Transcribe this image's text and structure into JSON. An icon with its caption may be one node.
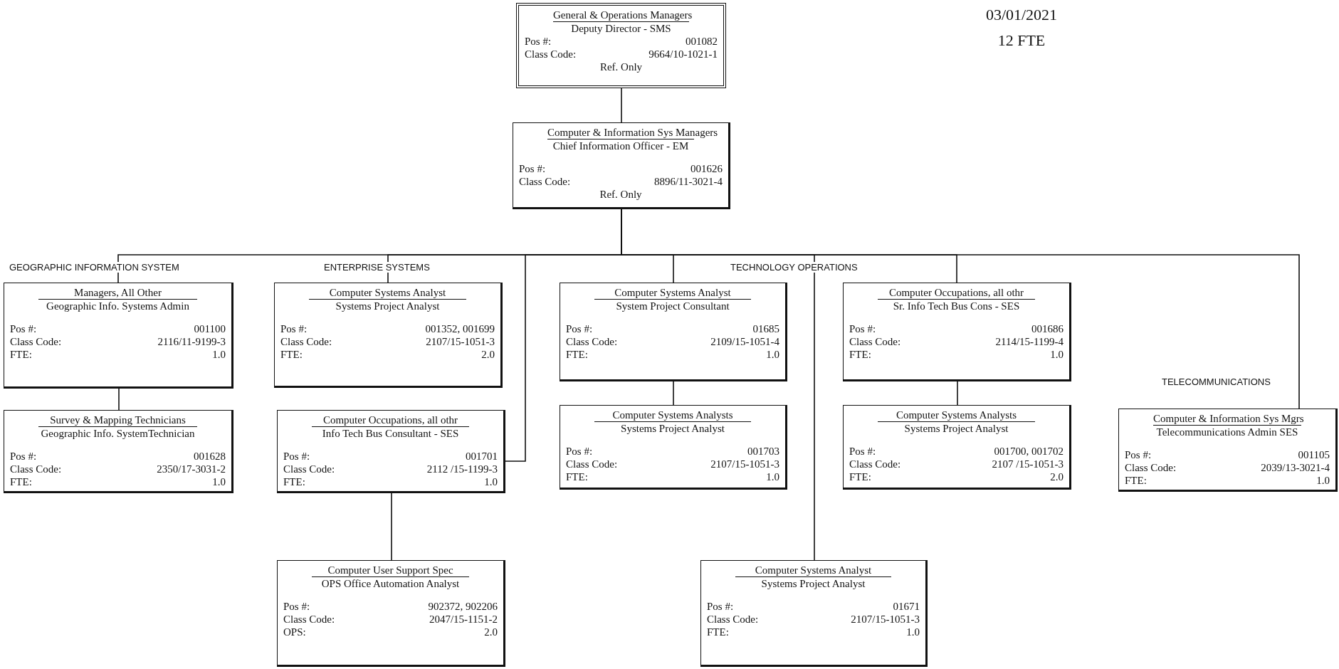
{
  "diagram": {
    "nodes": [
      {
        "text": [
          "General & Operations Managers",
          "Deputy Director - SMS",
          "Pos #:",
          "001082",
          "Class Code:",
          "9664/10-1021-1",
          "Ref. Only"
        ]
      },
      {
        "text": [
          "Computer & Information Sys Managers",
          "Chief Information Officer - EM",
          "Pos #:",
          "001626",
          "Class Code:",
          "8896/11-3021-4",
          "Ref. Only"
        ]
      },
      {
        "text": [
          "Managers, All Other",
          "Geographic Info. Systems Admin",
          "Pos #:",
          "001100",
          "Class Code:",
          "2116/11-9199-3",
          "FTE:",
          "1.0"
        ]
      },
      {
        "text": [
          "Computer Systems Analyst",
          "Systems Project Analyst",
          "Pos #:",
          "001352, 001699",
          "Class Code:",
          "2107/15-1051-3",
          "FTE:",
          "2.0"
        ]
      },
      {
        "text": [
          "Computer Systems Analyst",
          "System Project Consultant",
          "Pos #:",
          "01685",
          "Class Code:",
          "2109/15-1051-4",
          "FTE:",
          "1.0"
        ]
      },
      {
        "text": [
          "Computer Occupations, all othr",
          "Sr. Info Tech Bus Cons - SES",
          "Pos #:",
          "001686",
          "Class Code:",
          "2114/15-1199-4",
          "FTE:",
          "1.0"
        ]
      },
      {
        "text": [
          "Survey & Mapping Technicians",
          "Geographic Info. SystemTechnician",
          "Pos #:",
          "001628",
          "Class Code:",
          "2350/17-3031-2",
          "FTE:",
          "1.0"
        ]
      },
      {
        "text": [
          "Computer Occupations, all othr",
          "Info Tech Bus Consultant - SES",
          "Pos #:",
          "001701",
          "Class Code:",
          "2112 /15-1199-3",
          "FTE:",
          "1.0"
        ]
      },
      {
        "text": [
          "Computer Systems Analysts",
          "Systems Project Analyst",
          "Pos #:",
          "001703",
          "Class Code:",
          "2107/15-1051-3",
          "FTE:",
          "1.0"
        ]
      },
      {
        "text": [
          "Computer Systems Analysts",
          "Systems Project Analyst",
          "Pos #:",
          "001700, 001702",
          "Class Code:",
          "2107 /15-1051-3",
          "FTE:",
          "2.0"
        ]
      },
      {
        "text": [
          "Computer & Information Sys Mgrs",
          "Telecommunications Admin SES",
          "Pos #:",
          "001105",
          "Class Code:",
          "2039/13-3021-4",
          "FTE:",
          "1.0"
        ]
      },
      {
        "text": [
          "Computer User Support Spec",
          "OPS Office Automation Analyst",
          "Pos #:",
          "902372, 902206",
          "Class Code:",
          "2047/15-1151-2",
          "OPS:",
          "2.0"
        ]
      },
      {
        "text": [
          "Computer Systems Analyst",
          "Systems Project Analyst",
          "Pos #:",
          "01671",
          "Class Code:",
          "2107/15-1051-3",
          "FTE:",
          "1.0"
        ]
      }
    ],
    "edges": [
      {
        "from": 0,
        "to": 1,
        "arrow": "none"
      },
      {
        "from": 1,
        "to": 2,
        "arrow": "none"
      },
      {
        "from": 1,
        "to": 3,
        "arrow": "none"
      },
      {
        "from": 1,
        "to": 7,
        "arrow": "none"
      },
      {
        "from": 1,
        "to": 4,
        "arrow": "none"
      },
      {
        "from": 1,
        "to": 12,
        "arrow": "none"
      },
      {
        "from": 1,
        "to": 5,
        "arrow": "none"
      },
      {
        "from": 1,
        "to": 10,
        "arrow": "none"
      },
      {
        "from": 2,
        "to": 6,
        "arrow": "none"
      },
      {
        "from": 7,
        "to": 11,
        "arrow": "none"
      },
      {
        "from": 4,
        "to": 8,
        "arrow": "none"
      },
      {
        "from": 5,
        "to": 9,
        "arrow": "none"
      }
    ],
    "labels": [
      "03/01/2021",
      "12 FTE",
      "GEOGRAPHIC INFORMATION SYSTEM",
      "ENTERPRISE SYSTEMS",
      "TECHNOLOGY OPERATIONS",
      "TELECOMMUNICATIONS"
    ]
  }
}
